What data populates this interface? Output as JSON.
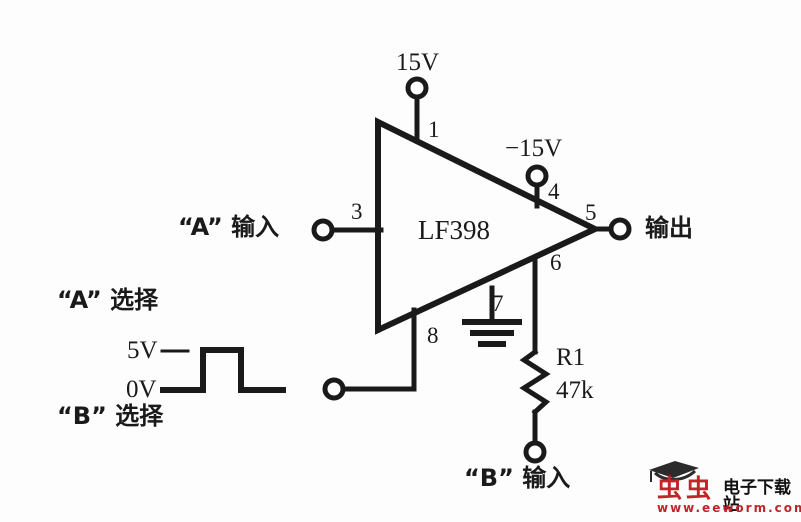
{
  "figure": {
    "type": "circuit-schematic",
    "device": "LF398",
    "device_label": "LF398",
    "description": "LF398 sample-and-hold A/B channel selector circuit"
  },
  "ic": {
    "label": "LF398",
    "shape": "triangle",
    "pins": [
      {
        "number": "1",
        "net": "15V"
      },
      {
        "number": "3",
        "net": "\"A\" 输入"
      },
      {
        "number": "4",
        "net": "-15V"
      },
      {
        "number": "5",
        "net": "输出"
      },
      {
        "number": "6",
        "net": "R1"
      },
      {
        "number": "7",
        "net": "GND"
      },
      {
        "number": "8",
        "net": "\"B\" select"
      }
    ]
  },
  "supplies": {
    "positive": "15V",
    "negative": "−15V"
  },
  "terminals": {
    "input_a": "“A” 输入",
    "input_b": "“B” 输入",
    "output": "输出"
  },
  "waveform": {
    "select_a_label": "“A” 选择",
    "select_b_label": "“B” 选择",
    "high_level": "5V",
    "low_level": "0V"
  },
  "components": [
    {
      "ref": "R1",
      "value": "47k",
      "type": "resistor"
    }
  ],
  "resistor": {
    "ref": "R1",
    "value": "47k"
  },
  "pin_numbers": {
    "p1": "1",
    "p3": "3",
    "p4": "4",
    "p5": "5",
    "p6": "6",
    "p7": "7",
    "p8": "8"
  },
  "watermark": {
    "bugs": "虫虫",
    "site": "电子下载站",
    "url": "www.eeworm.com",
    "red": "#c0252a",
    "black": "#111111"
  },
  "colors": {
    "ink": "#1a1a1a",
    "background": "#fdfdfd"
  }
}
